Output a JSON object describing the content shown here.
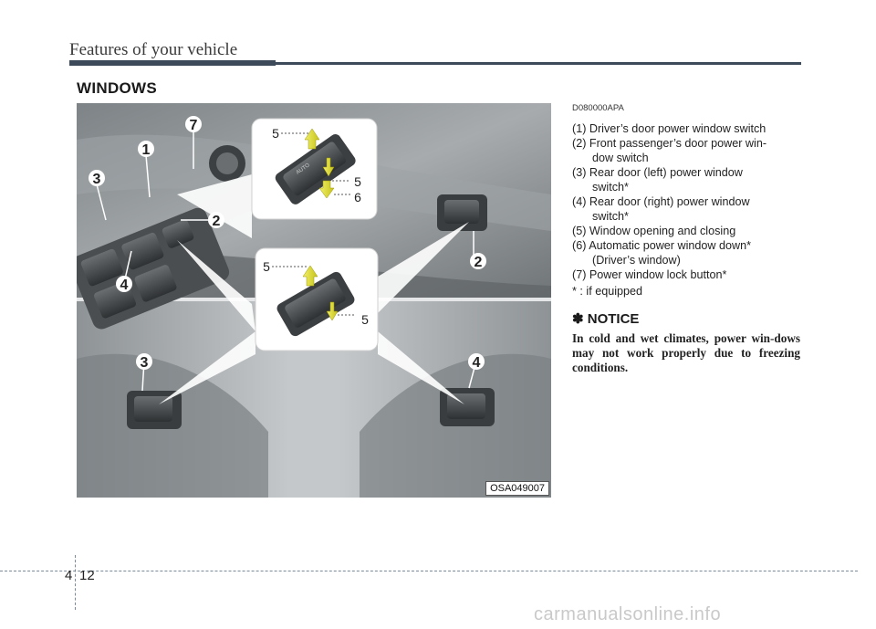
{
  "header": {
    "title": "Features of your vehicle"
  },
  "section_title": "WINDOWS",
  "figure": {
    "code": "OSA049007",
    "callouts": {
      "c1": "1",
      "c2a": "2",
      "c2b": "2",
      "c3a": "3",
      "c3b": "3",
      "c4a": "4",
      "c4b": "4",
      "c5a": "5",
      "c5b": "5",
      "c5c": "5",
      "c5d": "5",
      "c6": "6",
      "c7": "7"
    },
    "switch_label": "AUTO"
  },
  "text": {
    "code": "D080000APA",
    "items": [
      {
        "l1": "(1) Driver’s door power window switch",
        "l2": ""
      },
      {
        "l1": "(2) Front passenger’s door power win-",
        "l2": "dow switch"
      },
      {
        "l1": "(3) Rear door (left) power window",
        "l2": "switch*"
      },
      {
        "l1": "(4) Rear door (right) power window",
        "l2": "switch*"
      },
      {
        "l1": "(5) Window opening and closing",
        "l2": ""
      },
      {
        "l1": "(6) Automatic power window down*",
        "l2": "(Driver’s window)"
      },
      {
        "l1": "(7) Power window lock button*",
        "l2": ""
      }
    ],
    "footnote": "* : if equipped"
  },
  "notice": {
    "title": "✽ NOTICE",
    "body": "In cold and wet climates, power win-dows may not work properly due to freezing conditions."
  },
  "footer": {
    "chapter": "4",
    "page": "12",
    "watermark": "carmanualsonline.info"
  }
}
